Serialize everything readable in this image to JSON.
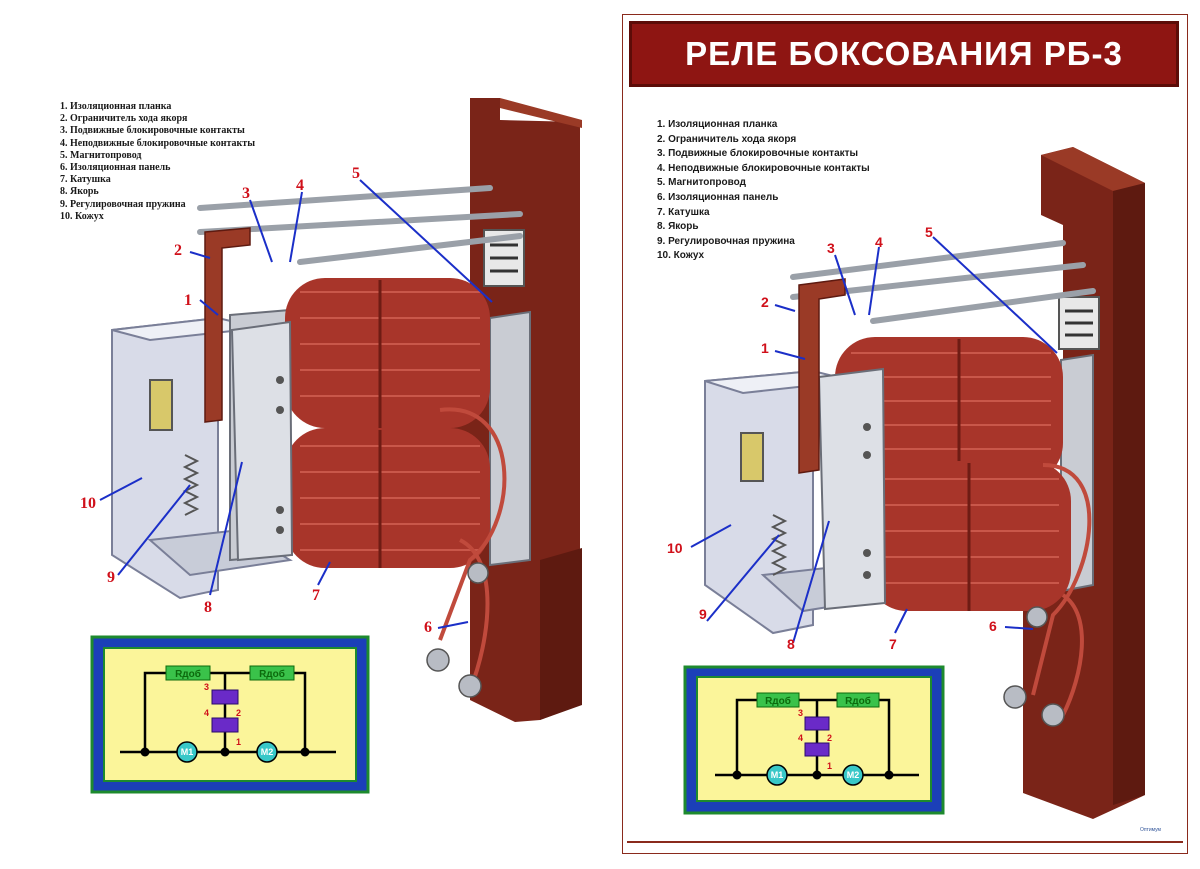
{
  "poster": {
    "title": "РЕЛЕ БОКСОВАНИЯ РБ-3",
    "publisher_mark": "Оптимум"
  },
  "legend": [
    "1. Изоляционная планка",
    "2. Ограничитель хода якоря",
    "3. Подвижные блокировочные контакты",
    "4. Неподвижные блокировочные контакты",
    "5. Магнитопровод",
    "6. Изоляционная панель",
    "7. Катушка",
    "8. Якорь",
    "9. Регулировочная пружина",
    "10. Кожух"
  ],
  "callouts": [
    "1",
    "2",
    "3",
    "4",
    "5",
    "6",
    "7",
    "8",
    "9",
    "10"
  ],
  "schematic": {
    "resistor_left": "Rдоб",
    "resistor_right": "Rдоб",
    "pin_3": "3",
    "pin_4": "4",
    "pin_2": "2",
    "pin_1": "1",
    "motor_1": "M1",
    "motor_2": "M2"
  },
  "colors": {
    "title_bar": "#8e1512",
    "panel_wood": "#7a2418",
    "coil_copper": "#a8352a",
    "callout_red": "#d0101a",
    "schematic_frame_green": "#1d8a2e",
    "schematic_frame_blue": "#1b3fb8",
    "schematic_field": "#fbf59a"
  }
}
